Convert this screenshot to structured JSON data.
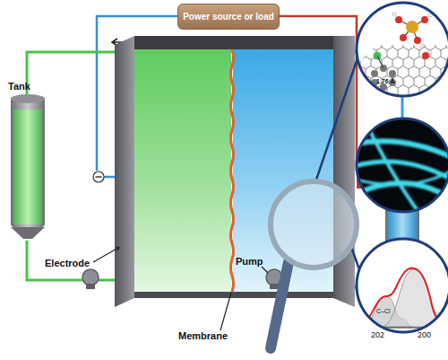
{
  "diagram": {
    "nodes": [
      {
        "text": [
          "Power source or load"
        ]
      }
    ],
    "labels": [
      "Tank",
      "Electrode",
      "Membrane",
      "Pump",
      "1.76 Å",
      "C–Cl",
      "202",
      "200"
    ]
  }
}
